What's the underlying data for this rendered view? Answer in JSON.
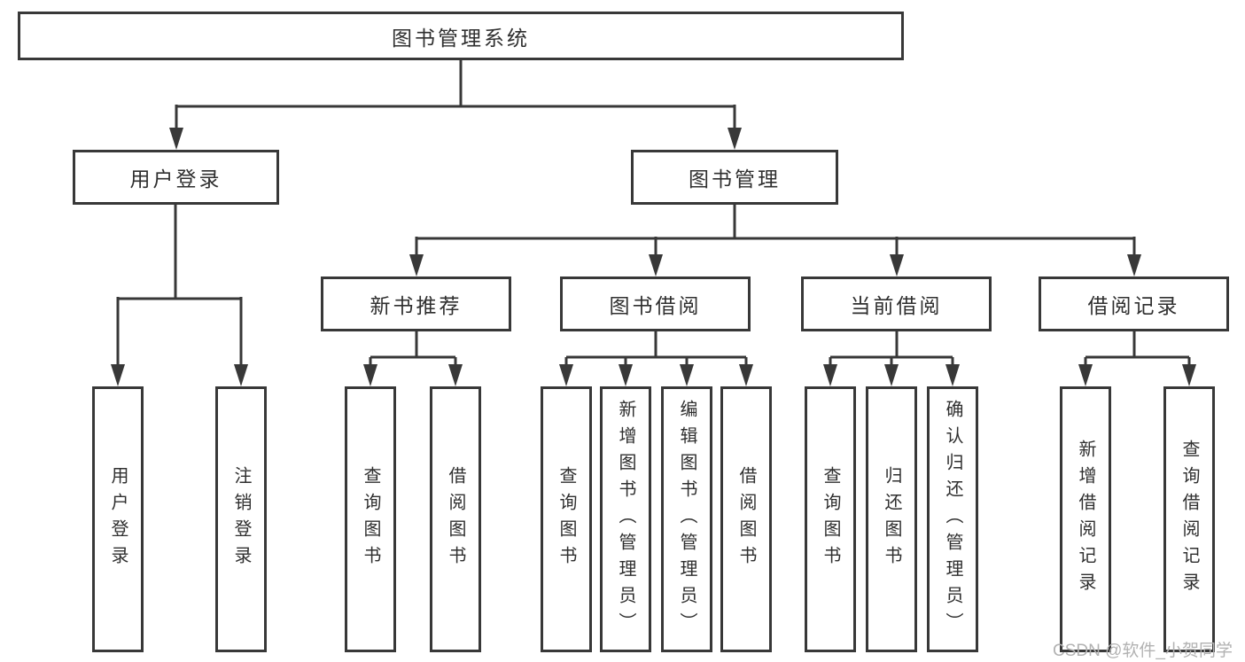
{
  "colors": {
    "line": "#383838",
    "text": "#2f2f2f",
    "background": "#ffffff",
    "watermark": "#b2b2b2"
  },
  "watermark": {
    "text": "CSDN @软件_小贺同学"
  },
  "tree": {
    "label": "图书管理系统",
    "children": [
      {
        "label": "用户登录",
        "children": [
          {
            "label": "用户登录"
          },
          {
            "label": "注销登录"
          }
        ]
      },
      {
        "label": "图书管理",
        "children": [
          {
            "label": "新书推荐",
            "children": [
              {
                "label": "查询图书"
              },
              {
                "label": "借阅图书"
              }
            ]
          },
          {
            "label": "图书借阅",
            "children": [
              {
                "label": "查询图书"
              },
              {
                "label": "新增图书（管理员）"
              },
              {
                "label": "编辑图书（管理员）"
              },
              {
                "label": "借阅图书"
              }
            ]
          },
          {
            "label": "当前借阅",
            "children": [
              {
                "label": "查询图书"
              },
              {
                "label": "归还图书"
              },
              {
                "label": "确认归还（管理员）"
              }
            ]
          },
          {
            "label": "借阅记录",
            "children": [
              {
                "label": "新增借阅记录"
              },
              {
                "label": "查询借阅记录"
              }
            ]
          }
        ]
      }
    ]
  }
}
